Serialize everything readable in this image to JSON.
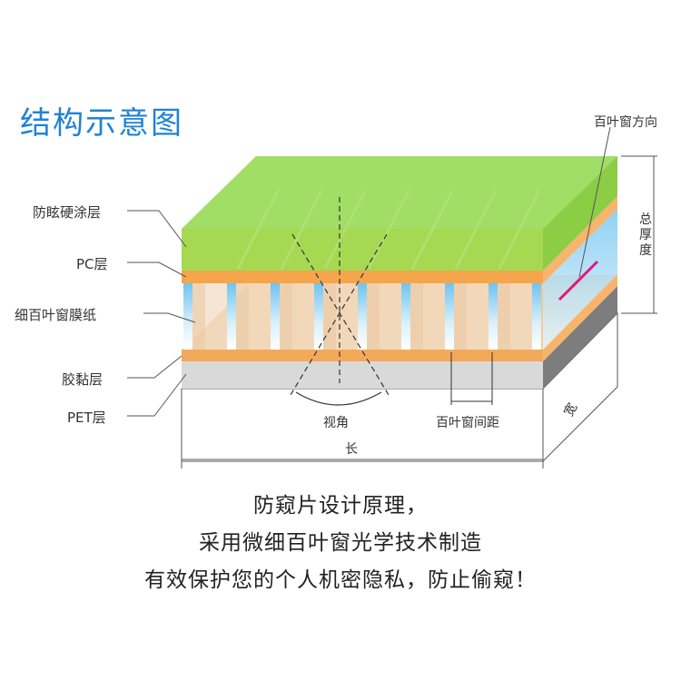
{
  "title": "结构示意图",
  "layer_labels": {
    "hard_coat": "防眩硬涂层",
    "pc": "PC层",
    "louver_film": "细百叶窗膜纸",
    "adhesive": "胶黏层",
    "pet": "PET层"
  },
  "annotations": {
    "louver_direction": "百叶窗方向",
    "total_thickness": "总厚度",
    "viewing_angle": "视角",
    "louver_pitch": "百叶窗间距",
    "length": "长",
    "width": "宽"
  },
  "caption": {
    "line1": "防窥片设计原理，",
    "line2": "采用微细百叶窗光学技术制造",
    "line3": "有效保护您的个人机密隐私，防止偷窥！"
  },
  "colors": {
    "title": "#1f83d6",
    "hard_coat": "#7fcf2a",
    "pc_layer": "#f5a54b",
    "louver": "#a9d9f2",
    "pet_front": "#d9d9d9",
    "pet_side": "#7d7d7d",
    "direction_marker": "#e0187a"
  }
}
